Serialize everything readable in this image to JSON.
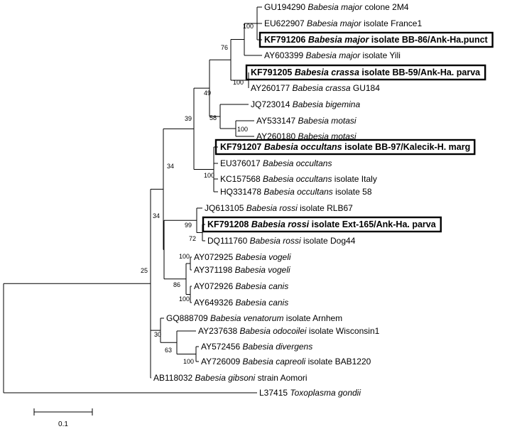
{
  "leaves": [
    {
      "id": "t1",
      "acc": "GU194290",
      "species": "Babesia major",
      "rest": "colone 2M4",
      "highlight": false
    },
    {
      "id": "t2",
      "acc": "EU622907",
      "species": "Babesia major",
      "rest": "isolate France1",
      "highlight": false
    },
    {
      "id": "t3",
      "acc": "KF791206",
      "species": "Babesia major",
      "rest": "isolate BB-86/Ank-Ha.punct",
      "highlight": true
    },
    {
      "id": "t4",
      "acc": "AY603399",
      "species": "Babesia major",
      "rest": "isolate Yili",
      "highlight": false
    },
    {
      "id": "t5",
      "acc": "KF791205",
      "species": "Babesia crassa",
      "rest": "isolate BB-59/Ank-Ha. parva",
      "highlight": true
    },
    {
      "id": "t6",
      "acc": "AY260177",
      "species": "Babesia crassa",
      "rest": "GU184",
      "highlight": false
    },
    {
      "id": "t7",
      "acc": "JQ723014",
      "species": "Babesia bigemina",
      "rest": "",
      "highlight": false
    },
    {
      "id": "t8",
      "acc": "AY533147",
      "species": "Babesia motasi",
      "rest": "",
      "highlight": false
    },
    {
      "id": "t9",
      "acc": "AY260180",
      "species": "Babesia motasi",
      "rest": "",
      "highlight": false
    },
    {
      "id": "t10",
      "acc": "KF791207",
      "species": "Babesia occultans",
      "rest": "isolate BB-97/Kalecik-H. marg",
      "highlight": true
    },
    {
      "id": "t11",
      "acc": "EU376017",
      "species": "Babesia occultans",
      "rest": "",
      "highlight": false
    },
    {
      "id": "t12",
      "acc": "KC157568",
      "species": "Babesia occultans",
      "rest": "isolate Italy",
      "highlight": false
    },
    {
      "id": "t13",
      "acc": "HQ331478",
      "species": "Babesia occultans",
      "rest": "isolate 58",
      "highlight": false
    },
    {
      "id": "t14",
      "acc": "JQ613105",
      "species": "Babesia rossi",
      "rest": "isolate RLB67",
      "highlight": false
    },
    {
      "id": "t15",
      "acc": "KF791208",
      "species": "Babesia rossi",
      "rest": "isolate Ext-165/Ank-Ha. parva",
      "highlight": true
    },
    {
      "id": "t16",
      "acc": "DQ111760",
      "species": "Babesia rossi",
      "rest": "isolate Dog44",
      "highlight": false
    },
    {
      "id": "t17",
      "acc": "AY072925",
      "species": "Babesia vogeli",
      "rest": "",
      "highlight": false
    },
    {
      "id": "t18",
      "acc": "AY371198",
      "species": "Babesia vogeli",
      "rest": "",
      "highlight": false
    },
    {
      "id": "t19",
      "acc": "AY072926",
      "species": "Babesia canis",
      "rest": "",
      "highlight": false
    },
    {
      "id": "t20",
      "acc": "AY649326",
      "species": "Babesia canis",
      "rest": "",
      "highlight": false
    },
    {
      "id": "t21",
      "acc": "GQ888709",
      "species": "Babesia venatorum",
      "rest": "isolate Arnhem",
      "highlight": false
    },
    {
      "id": "t22",
      "acc": "AY237638",
      "species": "Babesia odocoilei",
      "rest": "isolate Wisconsin1",
      "highlight": false
    },
    {
      "id": "t23",
      "acc": "AY572456",
      "species": "Babesia divergens",
      "rest": "",
      "highlight": false
    },
    {
      "id": "t24",
      "acc": "AY726009",
      "species": "Babesia capreoli",
      "rest": "isolate BAB1220",
      "highlight": false
    },
    {
      "id": "t25",
      "acc": "AB118032",
      "species": "Babesia gibsoni",
      "rest": "strain Aomori",
      "highlight": false
    },
    {
      "id": "t26",
      "acc": "L37415",
      "species": "Toxoplasma gondii",
      "rest": "",
      "highlight": false
    }
  ],
  "bootstrap": [
    "100",
    "76",
    "100",
    "49",
    "58",
    "100",
    "39",
    "100",
    "34",
    "99",
    "72",
    "34",
    "100",
    "86",
    "100",
    "25",
    "30",
    "63",
    "100"
  ],
  "scale_bar": {
    "label": "0.1"
  }
}
